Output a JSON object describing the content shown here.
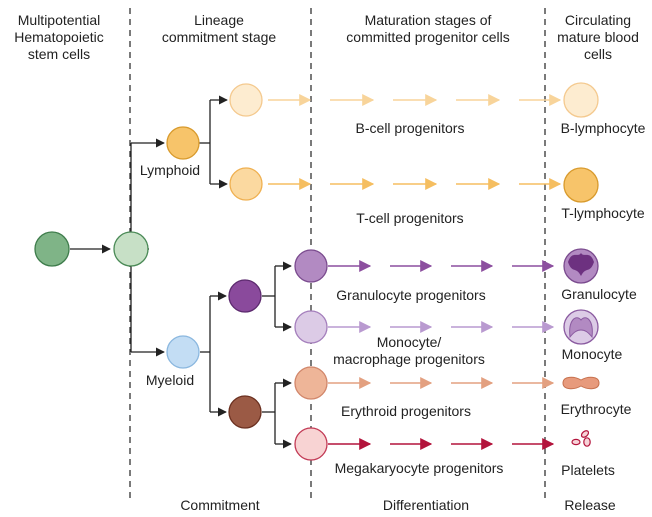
{
  "headers": {
    "col1": [
      "Multipotential",
      "Hematopoietic",
      "stem cells"
    ],
    "col2": [
      "Lineage",
      "commitment stage"
    ],
    "col3": [
      "Maturation stages of",
      "committed progenitor cells"
    ],
    "col4": [
      "Circulating",
      "mature blood",
      "cells"
    ]
  },
  "branches": {
    "lymphoid": "Lymphoid",
    "myeloid": "Myeloid"
  },
  "progenitors": {
    "b_cell": "B-cell progenitors",
    "t_cell": "T-cell progenitors",
    "granulocyte": "Granulocyte progenitors",
    "monocyte": [
      "Monocyte/",
      "macrophage progenitors"
    ],
    "erythroid": "Erythroid progenitors",
    "megakaryocyte": "Megakaryocyte progenitors"
  },
  "mature_cells": {
    "b": "B-lymphocyte",
    "t": "T-lymphocyte",
    "granulocyte": "Granulocyte",
    "monocyte": "Monocyte",
    "erythrocyte": "Erythrocyte",
    "platelets": "Platelets"
  },
  "footer": {
    "commitment": "Commitment",
    "differentiation": "Differentiation",
    "release": "Release"
  },
  "colors": {
    "stem": "#7fb487",
    "stem_light": "#c7e0c6",
    "lymphoid": "#f7c46a",
    "lymphoid_light": "#fde4b8",
    "b_cell": "#fdecd0",
    "myeloid": "#c3ddf4",
    "granulocyte": "#9b67ab",
    "monocyte": "#d5bfe0",
    "erythroid": "#e8ad90",
    "megakaryocyte": "#f5c8c8",
    "megakaryocyte_arrow": "#b3143c",
    "brown": "#9b5a45"
  }
}
